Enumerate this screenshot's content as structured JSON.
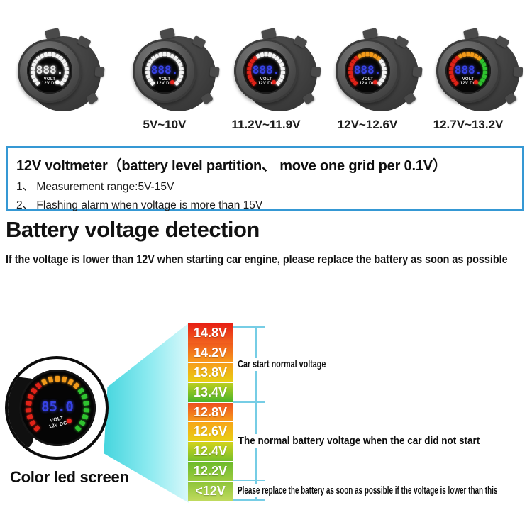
{
  "palette": {
    "red": "#e02318",
    "orange": "#f29a1a",
    "green": "#2fc32f",
    "white": "#f4f4f4",
    "digit_blue": "#3743e6",
    "digit_white": "#ececec",
    "dot_red": "#e8251d",
    "dot_white": "#ffffff",
    "bracket_blue": "#76cde5",
    "box_border_blue": "#3598d4",
    "beam_from": "#3ed3dc",
    "beam_to": "#d9f8fa"
  },
  "gauges": {
    "face_line1": "VOLT",
    "face_line2": "12V DC",
    "items": [
      {
        "label": "",
        "digits": "888.",
        "digit_color_key": "digit_white",
        "dot_key": "dot_white",
        "segments": [
          "white",
          "white",
          "white",
          "white",
          "white",
          "white",
          "white",
          "white",
          "white",
          "white",
          "white",
          "white",
          "white",
          "white",
          "white",
          "white",
          "white",
          "white",
          "white",
          "white",
          "white"
        ]
      },
      {
        "label": "5V~10V",
        "digits": "888.",
        "digit_color_key": "digit_blue",
        "dot_key": "dot_red",
        "segments": [
          "white",
          "white",
          "white",
          "white",
          "white",
          "white",
          "white",
          "white",
          "white",
          "white",
          "white",
          "white",
          "white",
          "white",
          "white",
          "white",
          "white",
          "white",
          "white",
          "white",
          "white"
        ]
      },
      {
        "label": "11.2V~11.9V",
        "digits": "888.",
        "digit_color_key": "digit_blue",
        "dot_key": "dot_red",
        "segments": [
          "red",
          "red",
          "red",
          "red",
          "red",
          "red",
          "red",
          "red",
          "white",
          "white",
          "white",
          "white",
          "white",
          "white",
          "white",
          "white",
          "white",
          "white",
          "white",
          "white",
          "white"
        ]
      },
      {
        "label": "12V~12.6V",
        "digits": "888.",
        "digit_color_key": "digit_blue",
        "dot_key": "dot_red",
        "segments": [
          "red",
          "red",
          "red",
          "red",
          "red",
          "red",
          "red",
          "red",
          "orange",
          "orange",
          "orange",
          "orange",
          "orange",
          "orange",
          "white",
          "white",
          "white",
          "white",
          "white",
          "white",
          "white"
        ]
      },
      {
        "label": "12.7V~13.2V",
        "digits": "888.",
        "digit_color_key": "digit_blue",
        "dot_key": "dot_red",
        "segments": [
          "red",
          "red",
          "red",
          "red",
          "red",
          "red",
          "red",
          "red",
          "orange",
          "orange",
          "orange",
          "orange",
          "orange",
          "orange",
          "green",
          "green",
          "green",
          "green",
          "green",
          "green",
          "green"
        ]
      }
    ]
  },
  "info_box": {
    "title": "12V voltmeter（battery level partition、 move one grid per 0.1V）",
    "item1": "1、 Measurement range:5V-15V",
    "item2": "2、 Flashing alarm when voltage is more than 15V"
  },
  "section": {
    "heading": "Battery voltage detection",
    "subheading": "If the voltage is lower than 12V when starting car engine, please replace the battery as soon as possible"
  },
  "product": {
    "caption": "Color led screen",
    "digits": "85.0",
    "digit_color_key": "digit_blue",
    "dot_key": "dot_red",
    "segments": [
      "red",
      "red",
      "red",
      "red",
      "red",
      "red",
      "red",
      "red",
      "orange",
      "orange",
      "orange",
      "orange",
      "orange",
      "orange",
      "green",
      "green",
      "green",
      "green",
      "green",
      "green",
      "green"
    ]
  },
  "ladder": {
    "rows": [
      {
        "label": "14.8V",
        "from": "#e71f14",
        "to": "#f1611e"
      },
      {
        "label": "14.2V",
        "from": "#ef5a1d",
        "to": "#f79c1b"
      },
      {
        "label": "13.8V",
        "from": "#f79e1b",
        "to": "#e8cf13"
      },
      {
        "label": "13.4V",
        "from": "#bccf1f",
        "to": "#49b32a"
      },
      {
        "label": "12.8V",
        "from": "#ee4f20",
        "to": "#f79c1b"
      },
      {
        "label": "12.6V",
        "from": "#f7a519",
        "to": "#e8d013"
      },
      {
        "label": "12.4V",
        "from": "#d3d31b",
        "to": "#77bf2b"
      },
      {
        "label": "12.2V",
        "from": "#6cba29",
        "to": "#9ccb40"
      },
      {
        "label": "<12V",
        "from": "#8dc438",
        "to": "#c0da5e"
      }
    ],
    "annotations": [
      {
        "text": "Car start normal voltage"
      },
      {
        "text": "The normal battery voltage when the car did not start"
      },
      {
        "text": "Please replace the battery as soon as possible if the voltage is lower than this"
      }
    ]
  },
  "chart_data": {
    "type": "table",
    "title": "Battery voltage detection",
    "categories": [
      "14.8V",
      "14.2V",
      "13.8V",
      "13.4V",
      "12.8V",
      "12.6V",
      "12.4V",
      "12.2V",
      "<12V"
    ],
    "groups": [
      {
        "rows": [
          "14.8V",
          "14.2V",
          "13.8V",
          "13.4V"
        ],
        "annotation": "Car start normal voltage"
      },
      {
        "rows": [
          "12.8V",
          "12.6V",
          "12.4V",
          "12.2V"
        ],
        "annotation": "The normal battery voltage when the car did not start"
      },
      {
        "rows": [
          "<12V"
        ],
        "annotation": "Please replace the battery as soon as possible if the voltage is lower than this"
      }
    ]
  }
}
